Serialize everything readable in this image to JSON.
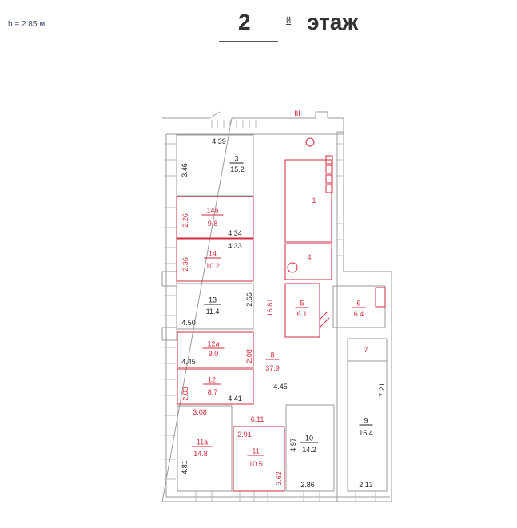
{
  "header": {
    "height_note": "h = 2.85 м",
    "floor_number": "2",
    "floor_suffix": "й",
    "floor_word": "этаж"
  },
  "stair_mark": "III",
  "colors": {
    "wall": "#9a9a9a",
    "red": "#d22a3c",
    "text": "#222222"
  },
  "rooms": [
    {
      "num": "3",
      "area": "15.2",
      "dims": [
        "4.39",
        "3.46"
      ]
    },
    {
      "num": "14a",
      "area": "9.8",
      "dims": [
        "2.26",
        "4.34"
      ]
    },
    {
      "num": "14",
      "area": "10.2",
      "dims": [
        "4.33",
        "2.36"
      ]
    },
    {
      "num": "13",
      "area": "11.4",
      "dims": [
        "2.66",
        "4.50"
      ]
    },
    {
      "num": "12a",
      "area": "9.0",
      "dims": [
        "2.08",
        "4.45"
      ]
    },
    {
      "num": "12",
      "area": "8.7",
      "dims": [
        "2.03",
        "4.41"
      ]
    },
    {
      "num": "11a",
      "area": "14.8",
      "dims": [
        "3.08",
        "4.81"
      ]
    },
    {
      "num": "11",
      "area": "10.5",
      "dims": [
        "6.11",
        "2.91",
        "3.62"
      ]
    },
    {
      "num": "10",
      "area": "14.2",
      "dims": [
        "4.97",
        "2.86"
      ]
    },
    {
      "num": "9",
      "area": "15.4",
      "dims": [
        "7.21",
        "2.13"
      ]
    },
    {
      "num": "8",
      "area": "37.9",
      "dims": [
        "16.81",
        "4.45"
      ]
    },
    {
      "num": "7"
    },
    {
      "num": "1"
    },
    {
      "num": "4"
    },
    {
      "num": "5",
      "area": "6.1"
    },
    {
      "num": "6",
      "area": "6.4"
    }
  ]
}
